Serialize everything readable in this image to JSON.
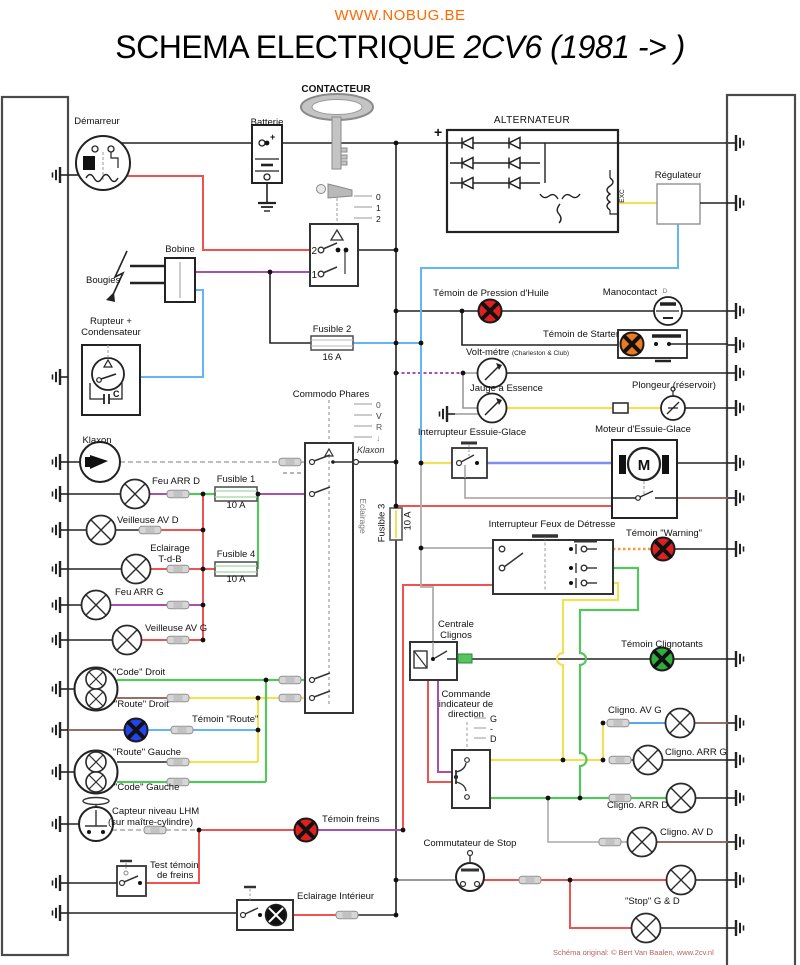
{
  "header": {
    "site": "WWW.NOBUG.BE",
    "title_main": "SCHEMA ELECTRIQUE",
    "title_model": "2CV6 (1981 -> )"
  },
  "colors": {
    "accent_orange": "#FF6A00",
    "wire_red": "#EF5350",
    "wire_blue": "#64B5F6",
    "wire_motor_blue": "#7B8FF5",
    "wire_yellow": "#F0E05A",
    "wire_green": "#58C45F",
    "wire_purple": "#A84FB0",
    "wire_orange": "#F59A3D",
    "wire_brown": "#8A5A52",
    "lamp_red": "#E02020",
    "lamp_orange": "#F07820",
    "lamp_green": "#2FAE3C",
    "lamp_blue": "#2244EE",
    "copyright_red": "#B4635D"
  },
  "labels": {
    "contacteur": "CONTACTEUR",
    "demarreur": "Démarreur",
    "batterie": "Batterie",
    "alternateur": "ALTERNATEUR",
    "plus": "+",
    "battery_plus": "+",
    "exc": "EXC",
    "regulateur": "Régulateur",
    "pos0": "0",
    "pos1": "1",
    "pos2": "2",
    "sw2": "2",
    "sw1": "1",
    "bobine": "Bobine",
    "bougies": "Bougies",
    "rupteur1": "Rupteur +",
    "rupteur2": "Condensateur",
    "c_cap": "C",
    "fusible2": "Fusible 2",
    "f2a": "16 A",
    "temoin_pression": "Témoin de Pression d'Huile",
    "manocontact": "Manocontact",
    "d_small": "D",
    "temoin_starter": "Témoin de Starter",
    "voltmetre": "Volt-métre",
    "voltmetre_small": "(Charleston & Club)",
    "jauge": "Jauge à Essence",
    "plongeur": "Plongeur (réservoir)",
    "commodo": "Commodo Phares",
    "c0": "0",
    "cV": "V",
    "cR": "R",
    "cArrow": "↓",
    "klaxon_italic": "Klaxon",
    "interrupteur_eg": "Interrupteur Essuie-Glace",
    "moteur_eg": "Moteur d'Essuie-Glace",
    "m": "M",
    "klaxon": "Klaxon",
    "feu_arr_d": "Feu ARR D",
    "fusible1": "Fusible 1",
    "f1a": "10 A",
    "veilleuse_av_d": "Veilleuse AV D",
    "eclairage1": "Eclairage",
    "eclairage2": "T-d-B",
    "fusible4": "Fusible 4",
    "f4a": "10 A",
    "feu_arr_g": "Feu ARR G",
    "veilleuse_av_g": "Veilleuse AV G",
    "fusible3": "Fusible 3",
    "f3a": "10 A",
    "eclairage_rot": "Eclairage",
    "interrupteur_fd": "Interrupteur Feux de Détresse",
    "temoin_warning": "Témoin \"Warning\"",
    "code_droit": "\"Code\" Droit",
    "route_droit": "\"Route\" Droit",
    "temoin_route": "Témoin \"Route\"",
    "route_gauche": "\"Route\" Gauche",
    "code_gauche": "\"Code\" Gauche",
    "centrale1": "Centrale",
    "centrale2": "Clignos",
    "temoin_clignotants": "Témoin Clignotants",
    "commande1": "Commande",
    "commande2": "indicateur de",
    "commande3": "direction",
    "posG": "G",
    "posDash": "-",
    "posD": "D",
    "cligno_av_g": "Cligno. AV G",
    "cligno_arr_g": "Cligno. ARR G",
    "cligno_arr_d": "Cligno. ARR D",
    "cligno_av_d": "Cligno. AV D",
    "capteur1": "Capteur niveau LHM",
    "capteur2": "(sur maître-cylindre)",
    "temoin_freins": "Témoin freins",
    "test1": "Test témoin",
    "test2": "de freins",
    "commutateur_stop": "Commutateur de Stop",
    "eclairage_interieur": "Eclairage Intérieur",
    "stop_gd": "\"Stop\" G & D",
    "copyright": "Schéma original: © Bert Van Baalen, www.2cv.nl"
  }
}
